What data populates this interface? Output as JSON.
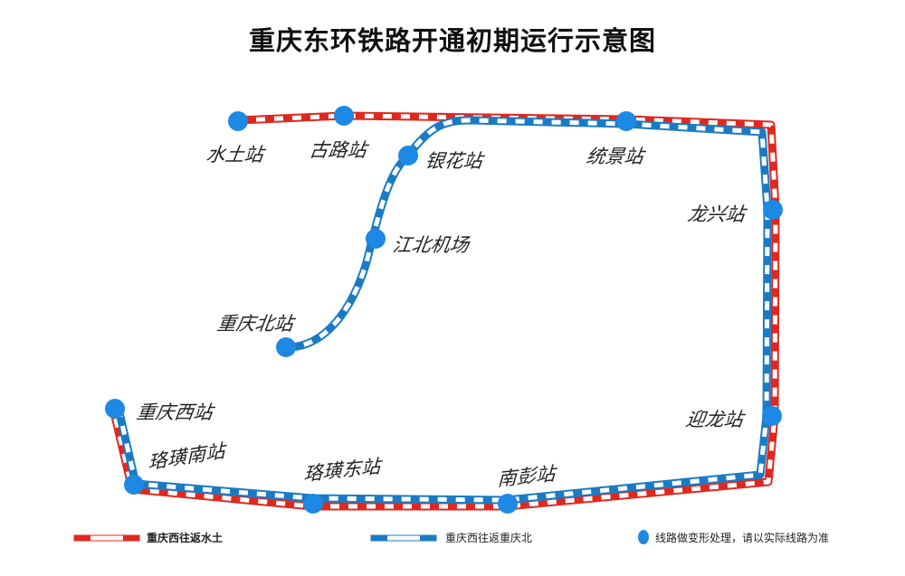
{
  "title": "重庆东环铁路开通初期运行示意图",
  "stations": {
    "shuitu": "水土站",
    "gulu": "古路站",
    "yinhua": "银花站",
    "tongjing": "统景站",
    "longxing": "龙兴站",
    "jiangbei_airport": "江北机场",
    "chongqing_north": "重庆北站",
    "chongqing_west": "重庆西站",
    "luohuang_south": "珞璜南站",
    "luohuang_east": "珞璜东站",
    "nanpeng": "南彭站",
    "yinglong": "迎龙站"
  },
  "legend": {
    "red_line": "重庆西往返水土",
    "blue_line": "重庆西往返重庆北",
    "station_note": "线路做变形处理，请以实际线路为准"
  },
  "colors": {
    "red": "#e0281e",
    "blue": "#1a7bc4",
    "station": "#1e88e5"
  }
}
